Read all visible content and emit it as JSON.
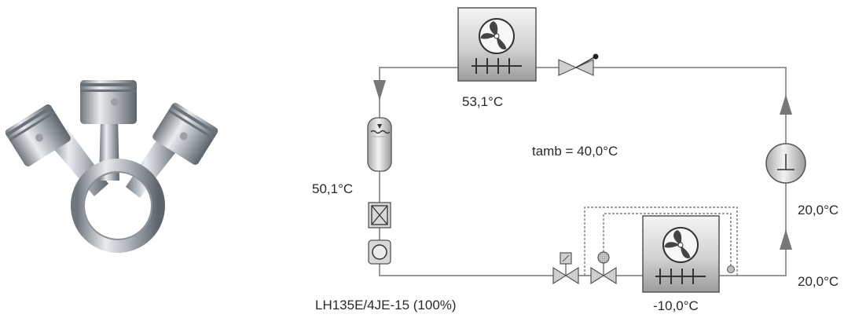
{
  "diagram": {
    "condenser_temp": "53,1°C",
    "ambient": "tamb = 40,0°C",
    "liquid_temp": "50,1°C",
    "suction_temp_upper": "20,0°C",
    "suction_temp_lower": "20,0°C",
    "evaporator_temp": "-10,0°C",
    "compressor_model": "LH135E/4JE-15 (100%)"
  },
  "components": [
    {
      "name": "piston-assembly-icon",
      "kind": "logo"
    },
    {
      "name": "condenser",
      "kind": "fan-heat-exchanger"
    },
    {
      "name": "check-valve",
      "kind": "valve"
    },
    {
      "name": "liquid-receiver",
      "kind": "vessel"
    },
    {
      "name": "filter-drier",
      "kind": "filter"
    },
    {
      "name": "sight-glass",
      "kind": "indicator"
    },
    {
      "name": "solenoid-valve",
      "kind": "valve"
    },
    {
      "name": "expansion-valve",
      "kind": "valve"
    },
    {
      "name": "evaporator",
      "kind": "fan-heat-exchanger"
    },
    {
      "name": "compressor",
      "kind": "pump"
    }
  ],
  "colors": {
    "pipe": "#9a9a9a",
    "component_fill": "#d8d8d8",
    "component_stroke": "#555555",
    "text": "#2a2a2a"
  }
}
